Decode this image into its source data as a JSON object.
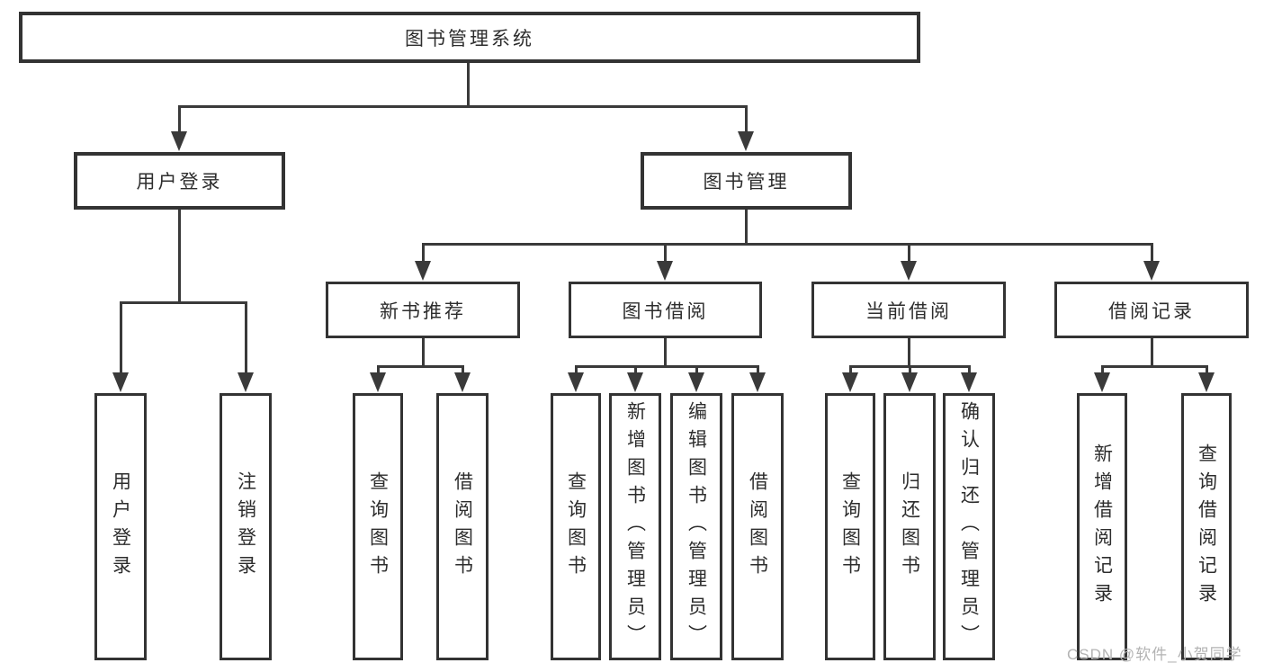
{
  "tree": {
    "root": {
      "label": "图书管理系统",
      "children": [
        {
          "label": "用户登录",
          "children": [
            {
              "label": "用户登录"
            },
            {
              "label": "注销登录"
            }
          ]
        },
        {
          "label": "图书管理",
          "children": [
            {
              "label": "新书推荐",
              "children": [
                {
                  "label": "查询图书"
                },
                {
                  "label": "借阅图书"
                }
              ]
            },
            {
              "label": "图书借阅",
              "children": [
                {
                  "label": "查询图书"
                },
                {
                  "label": "新增图书（管理员）"
                },
                {
                  "label": "编辑图书（管理员）"
                },
                {
                  "label": "借阅图书"
                }
              ]
            },
            {
              "label": "当前借阅",
              "children": [
                {
                  "label": "查询图书"
                },
                {
                  "label": "归还图书"
                },
                {
                  "label": "确认归还（管理员）"
                }
              ]
            },
            {
              "label": "借阅记录",
              "children": [
                {
                  "label": "新增借阅记录"
                },
                {
                  "label": "查询借阅记录"
                }
              ]
            }
          ]
        }
      ]
    }
  },
  "watermark": {
    "text": "CSDN @软件_小贺同学"
  },
  "colors": {
    "background": "#ffffff",
    "box_border": "#333333",
    "connector_line": "#3a3a3a",
    "text": "#2d2d2d",
    "watermark_text": "#b3b3b3"
  }
}
